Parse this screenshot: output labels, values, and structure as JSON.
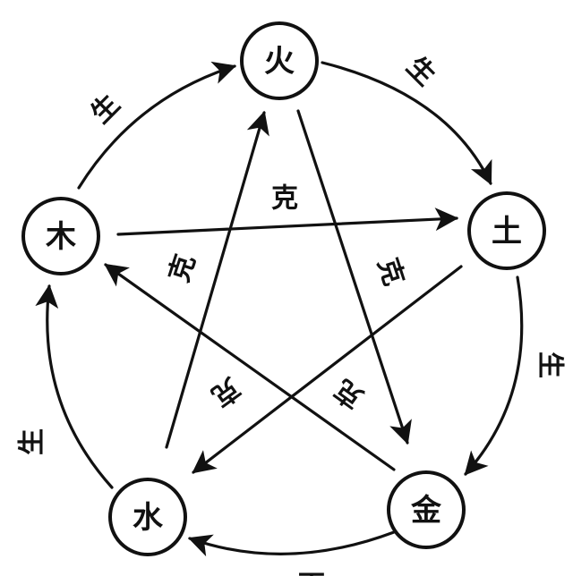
{
  "elements": {
    "fire": "火",
    "earth": "土",
    "metal": "金",
    "water": "水",
    "wood": "木"
  },
  "generating_label": "生",
  "overcoming_label": "克",
  "generating_cycle": [
    "wood",
    "fire",
    "earth",
    "metal",
    "water"
  ],
  "overcoming_cycle": [
    {
      "from": "wood",
      "to": "earth"
    },
    {
      "from": "earth",
      "to": "water"
    },
    {
      "from": "water",
      "to": "fire"
    },
    {
      "from": "fire",
      "to": "metal"
    },
    {
      "from": "metal",
      "to": "wood"
    }
  ],
  "colors": {
    "ink": "#111111",
    "background": "#ffffff"
  }
}
